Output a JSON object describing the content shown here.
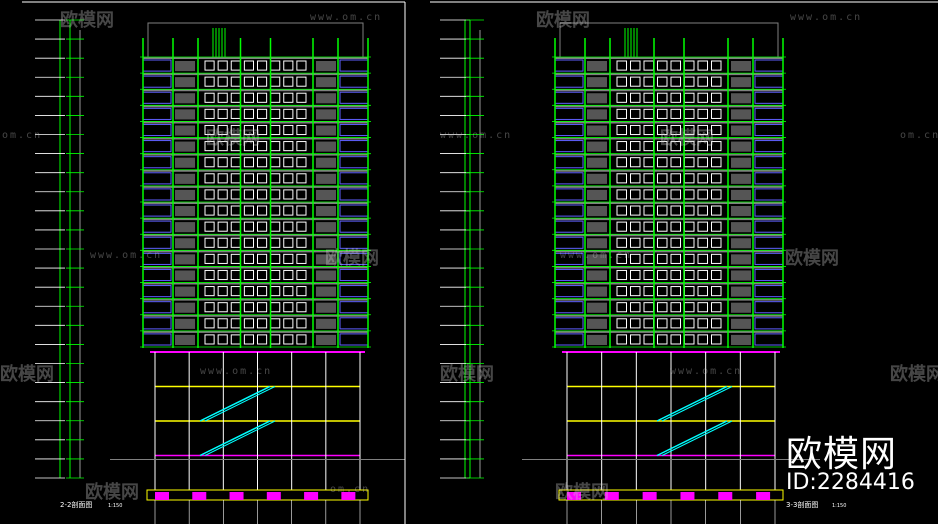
{
  "watermark": {
    "logo_text": "欧模网",
    "site_text": "www.om.cn",
    "site_text_short": "om.cn",
    "id_text": "ID:2284416"
  },
  "sections": [
    {
      "label": "2-2剖面图",
      "scale": "1:150"
    },
    {
      "label": "3-3剖面图",
      "scale": "1:150"
    }
  ],
  "colors": {
    "background": "#000000",
    "green": "#00ff00",
    "white": "#ffffff",
    "grey": "#808080",
    "blue": "#6060ff",
    "magenta": "#ff00ff",
    "yellow": "#ffff00",
    "cyan": "#00ffff"
  }
}
